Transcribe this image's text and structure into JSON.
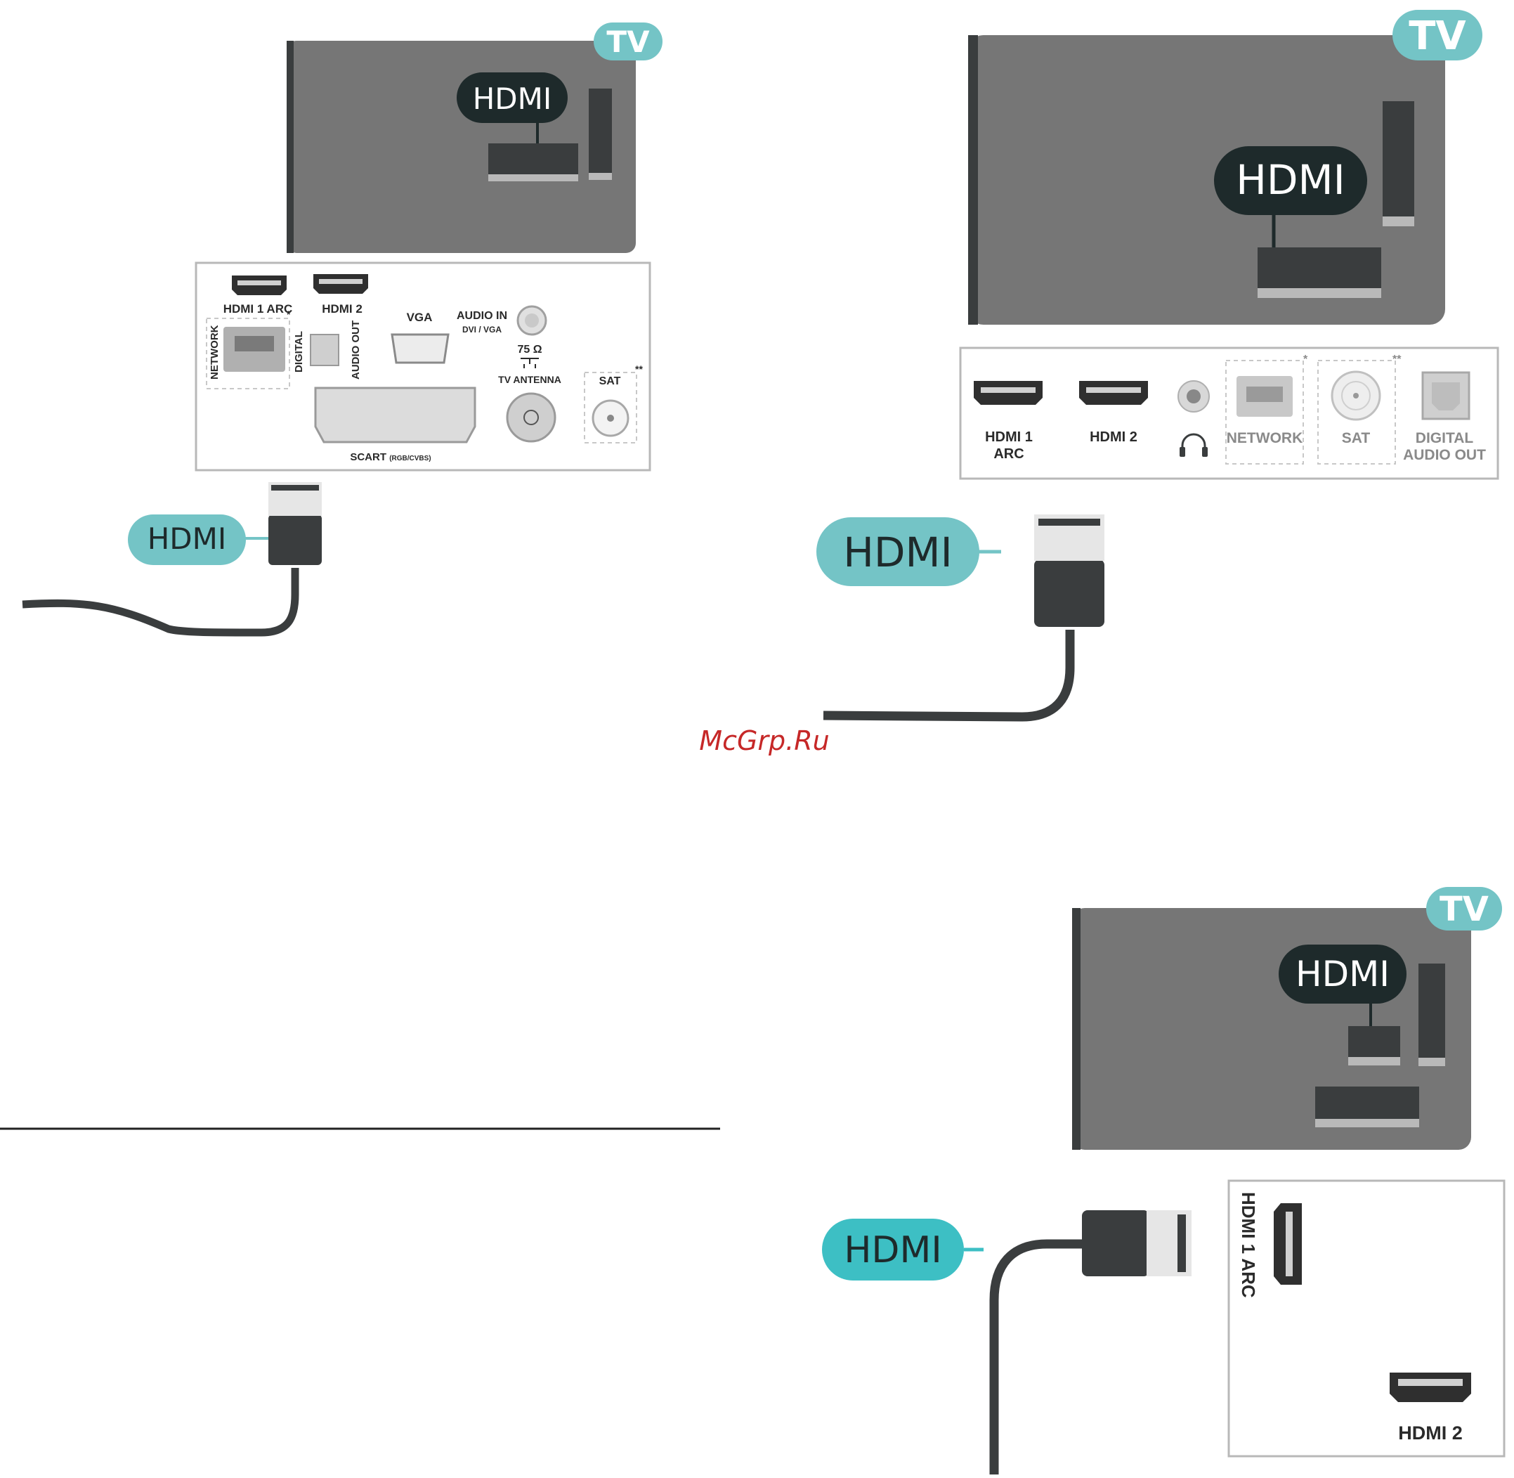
{
  "diagram1": {
    "tv_badge": "TV",
    "tv_hdmi_label": "HDMI",
    "panel": {
      "hdmi1": "HDMI 1 ARC",
      "hdmi2": "HDMI 2",
      "vga": "VGA",
      "audio_in": "AUDIO IN",
      "audio_in_sub": "DVI / VGA",
      "network": "NETWORK",
      "digital": "DIGITAL",
      "audio_out": "AUDIO OUT",
      "ohm": "75 Ω",
      "tv_antenna": "TV ANTENNA",
      "sat": "SAT",
      "scart": "SCART",
      "scart_sub": "(RGB/CVBS)",
      "star1": "*",
      "star2": "**"
    },
    "cable_label": "HDMI"
  },
  "diagram2": {
    "tv_badge": "TV",
    "tv_hdmi_label": "HDMI",
    "panel": {
      "hdmi1_line1": "HDMI 1",
      "hdmi1_line2": "ARC",
      "hdmi2": "HDMI 2",
      "network": "NETWORK",
      "sat": "SAT",
      "digital": "DIGITAL",
      "audio_out": "AUDIO OUT",
      "star1": "*",
      "star2": "**"
    },
    "cable_label": "HDMI"
  },
  "diagram3": {
    "tv_badge": "TV",
    "tv_hdmi_label": "HDMI",
    "panel": {
      "hdmi1": "HDMI 1 ARC",
      "hdmi2": "HDMI 2"
    },
    "cable_label": "HDMI"
  },
  "watermark": "McGrp.Ru",
  "colors": {
    "teal": "#74c4c6",
    "teal_bright": "#3dbfc4",
    "tv_gray": "#767676",
    "dark": "#3a3d3e",
    "bubble_dark": "#1e2a2b",
    "watermark": "#c62828"
  }
}
